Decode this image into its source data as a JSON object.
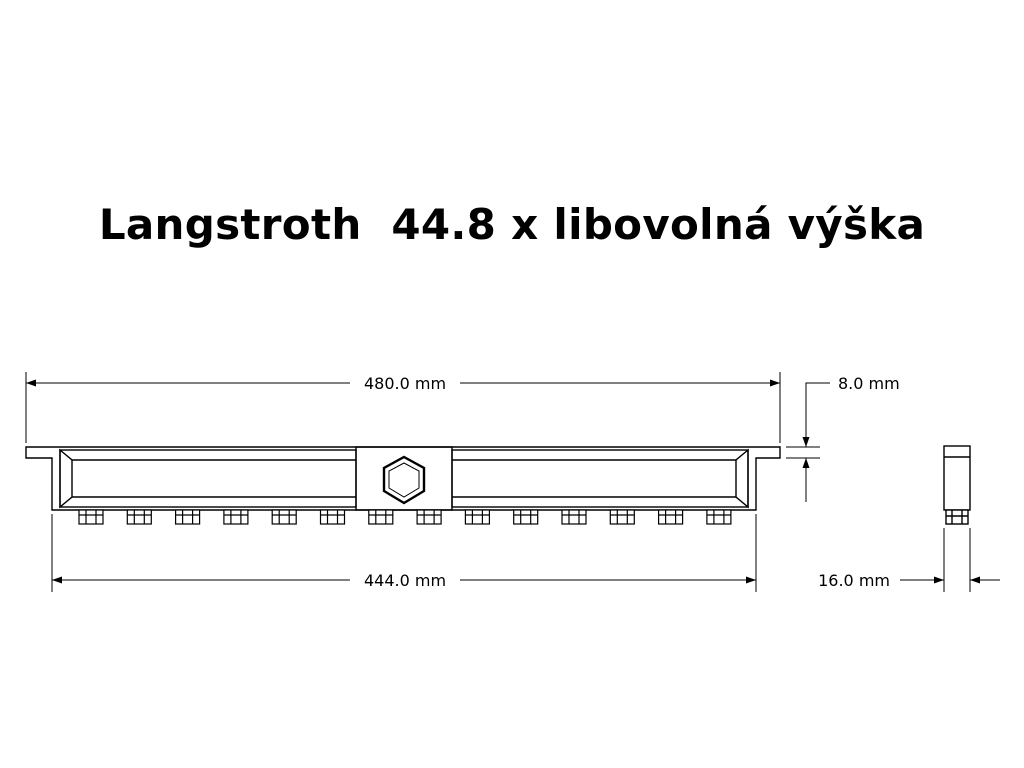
{
  "title": "Langstroth  44.8 x libovolná výška",
  "dimensions": {
    "overall_length": "480.0 mm",
    "inner_length": "444.0 mm",
    "lip_thickness": "8.0 mm",
    "side_width": "16.0 mm"
  },
  "pin_count": 14,
  "colors": {
    "line": "#000000",
    "background": "#ffffff"
  }
}
